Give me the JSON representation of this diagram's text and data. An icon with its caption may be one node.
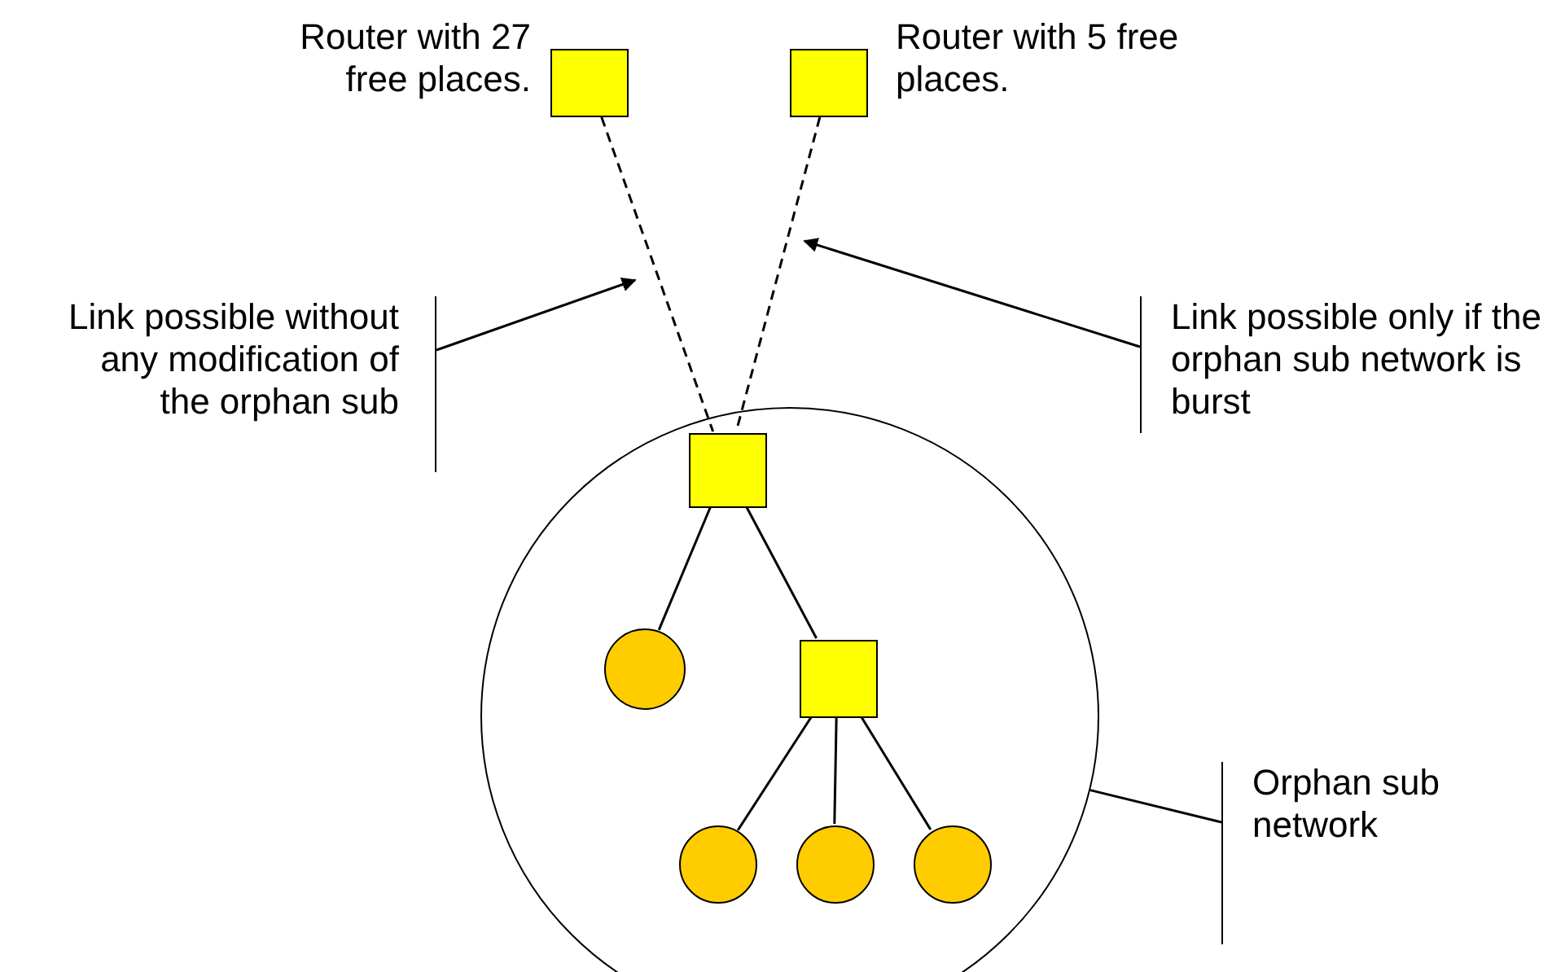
{
  "diagram": {
    "nodes": [
      {
        "text": [],
        "shape": "box",
        "beside": [
          "Router with 27 free places."
        ]
      },
      {
        "text": [],
        "shape": "box",
        "beside": [
          "Router with 5 free places."
        ]
      },
      {
        "text": [
          "Link possible without any modification of the orphan sub"
        ]
      },
      {
        "text": [
          "Link possible only if the orphan sub network is burst"
        ]
      },
      {
        "text": [],
        "shape": "circle"
      },
      {
        "text": [],
        "shape": "box",
        "in": 4
      },
      {
        "text": [],
        "shape": "circle",
        "in": 4
      },
      {
        "text": [],
        "shape": "box",
        "in": 4
      },
      {
        "text": [],
        "shape": "circle",
        "in": 4
      },
      {
        "text": [],
        "shape": "circle",
        "in": 4
      },
      {
        "text": [],
        "shape": "circle",
        "in": 4
      },
      {
        "text": [
          "Orphan sub network"
        ]
      }
    ],
    "edges": [
      {
        "from": 0,
        "to": 5,
        "arrow": "none",
        "style": "dashed"
      },
      {
        "from": 1,
        "to": 5,
        "arrow": "none",
        "style": "dashed"
      },
      {
        "from": 2,
        "to": null,
        "arrow": "to"
      },
      {
        "from": 3,
        "to": null,
        "arrow": "to"
      },
      {
        "from": 5,
        "to": 6,
        "arrow": "none"
      },
      {
        "from": 5,
        "to": 7,
        "arrow": "none"
      },
      {
        "from": 7,
        "to": 8,
        "arrow": "none"
      },
      {
        "from": 7,
        "to": 9,
        "arrow": "none"
      },
      {
        "from": 7,
        "to": 10,
        "arrow": "none"
      },
      {
        "from": 11,
        "to": 4,
        "arrow": "none"
      }
    ]
  }
}
